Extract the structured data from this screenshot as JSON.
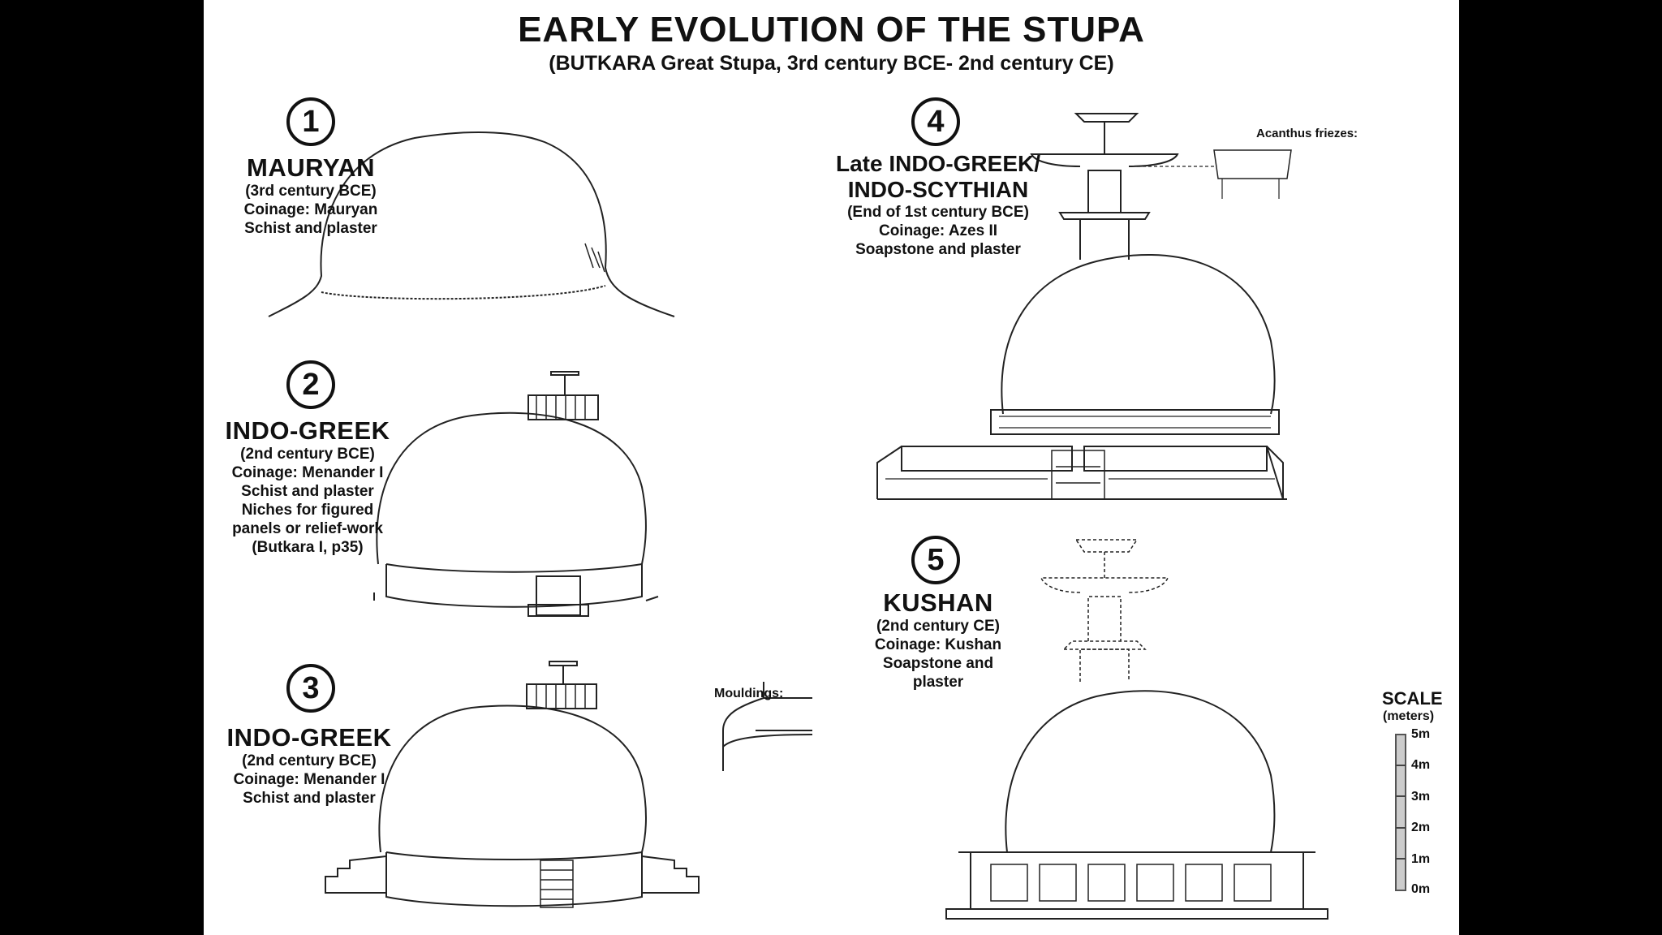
{
  "title": "EARLY EVOLUTION OF THE STUPA",
  "subtitle": "(BUTKARA Great Stupa, 3rd century BCE- 2nd century CE)",
  "stages": [
    {
      "number": "1",
      "name": "MAURYAN",
      "lines": [
        "(3rd century BCE)",
        "Coinage: Mauryan",
        "Schist and plaster"
      ]
    },
    {
      "number": "2",
      "name": "INDO-GREEK",
      "lines": [
        "(2nd century BCE)",
        "Coinage: Menander I",
        "Schist and plaster",
        "Niches for figured",
        "panels or relief-work",
        "(Butkara I, p35)"
      ]
    },
    {
      "number": "3",
      "name": "INDO-GREEK",
      "lines": [
        "(2nd century BCE)",
        "Coinage: Menander I",
        "Schist and plaster"
      ]
    },
    {
      "number": "4",
      "name_prefix": "Late",
      "name": "INDO-GREEK/",
      "name2": "INDO-SCYTHIAN",
      "lines": [
        "(End of 1st century BCE)",
        "Coinage: Azes II",
        "Soapstone and plaster"
      ]
    },
    {
      "number": "5",
      "name": "KUSHAN",
      "lines": [
        "(2nd century CE)",
        "Coinage: Kushan",
        "Soapstone and",
        "plaster"
      ]
    }
  ],
  "annotations": {
    "mouldings": "Mouldings:",
    "acanthus": "Acanthus friezes:"
  },
  "scale": {
    "title": "SCALE",
    "unit": "(meters)",
    "ticks": [
      "5m",
      "4m",
      "3m",
      "2m",
      "1m",
      "0m"
    ]
  }
}
